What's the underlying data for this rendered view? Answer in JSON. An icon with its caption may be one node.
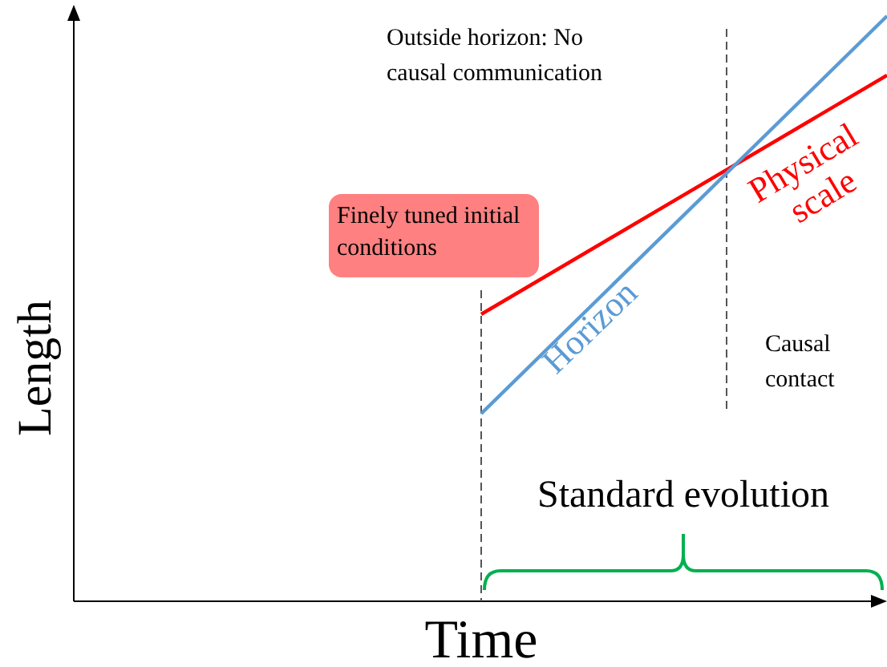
{
  "diagram": {
    "nodes": [
      {
        "text": [
          "Finely tuned initial conditions"
        ]
      }
    ],
    "labels": [
      "Outside horizon: No causal communication",
      "Physical scale",
      "Horizon",
      "Causal contact",
      "Standard evolution",
      "Length",
      "Time"
    ]
  }
}
